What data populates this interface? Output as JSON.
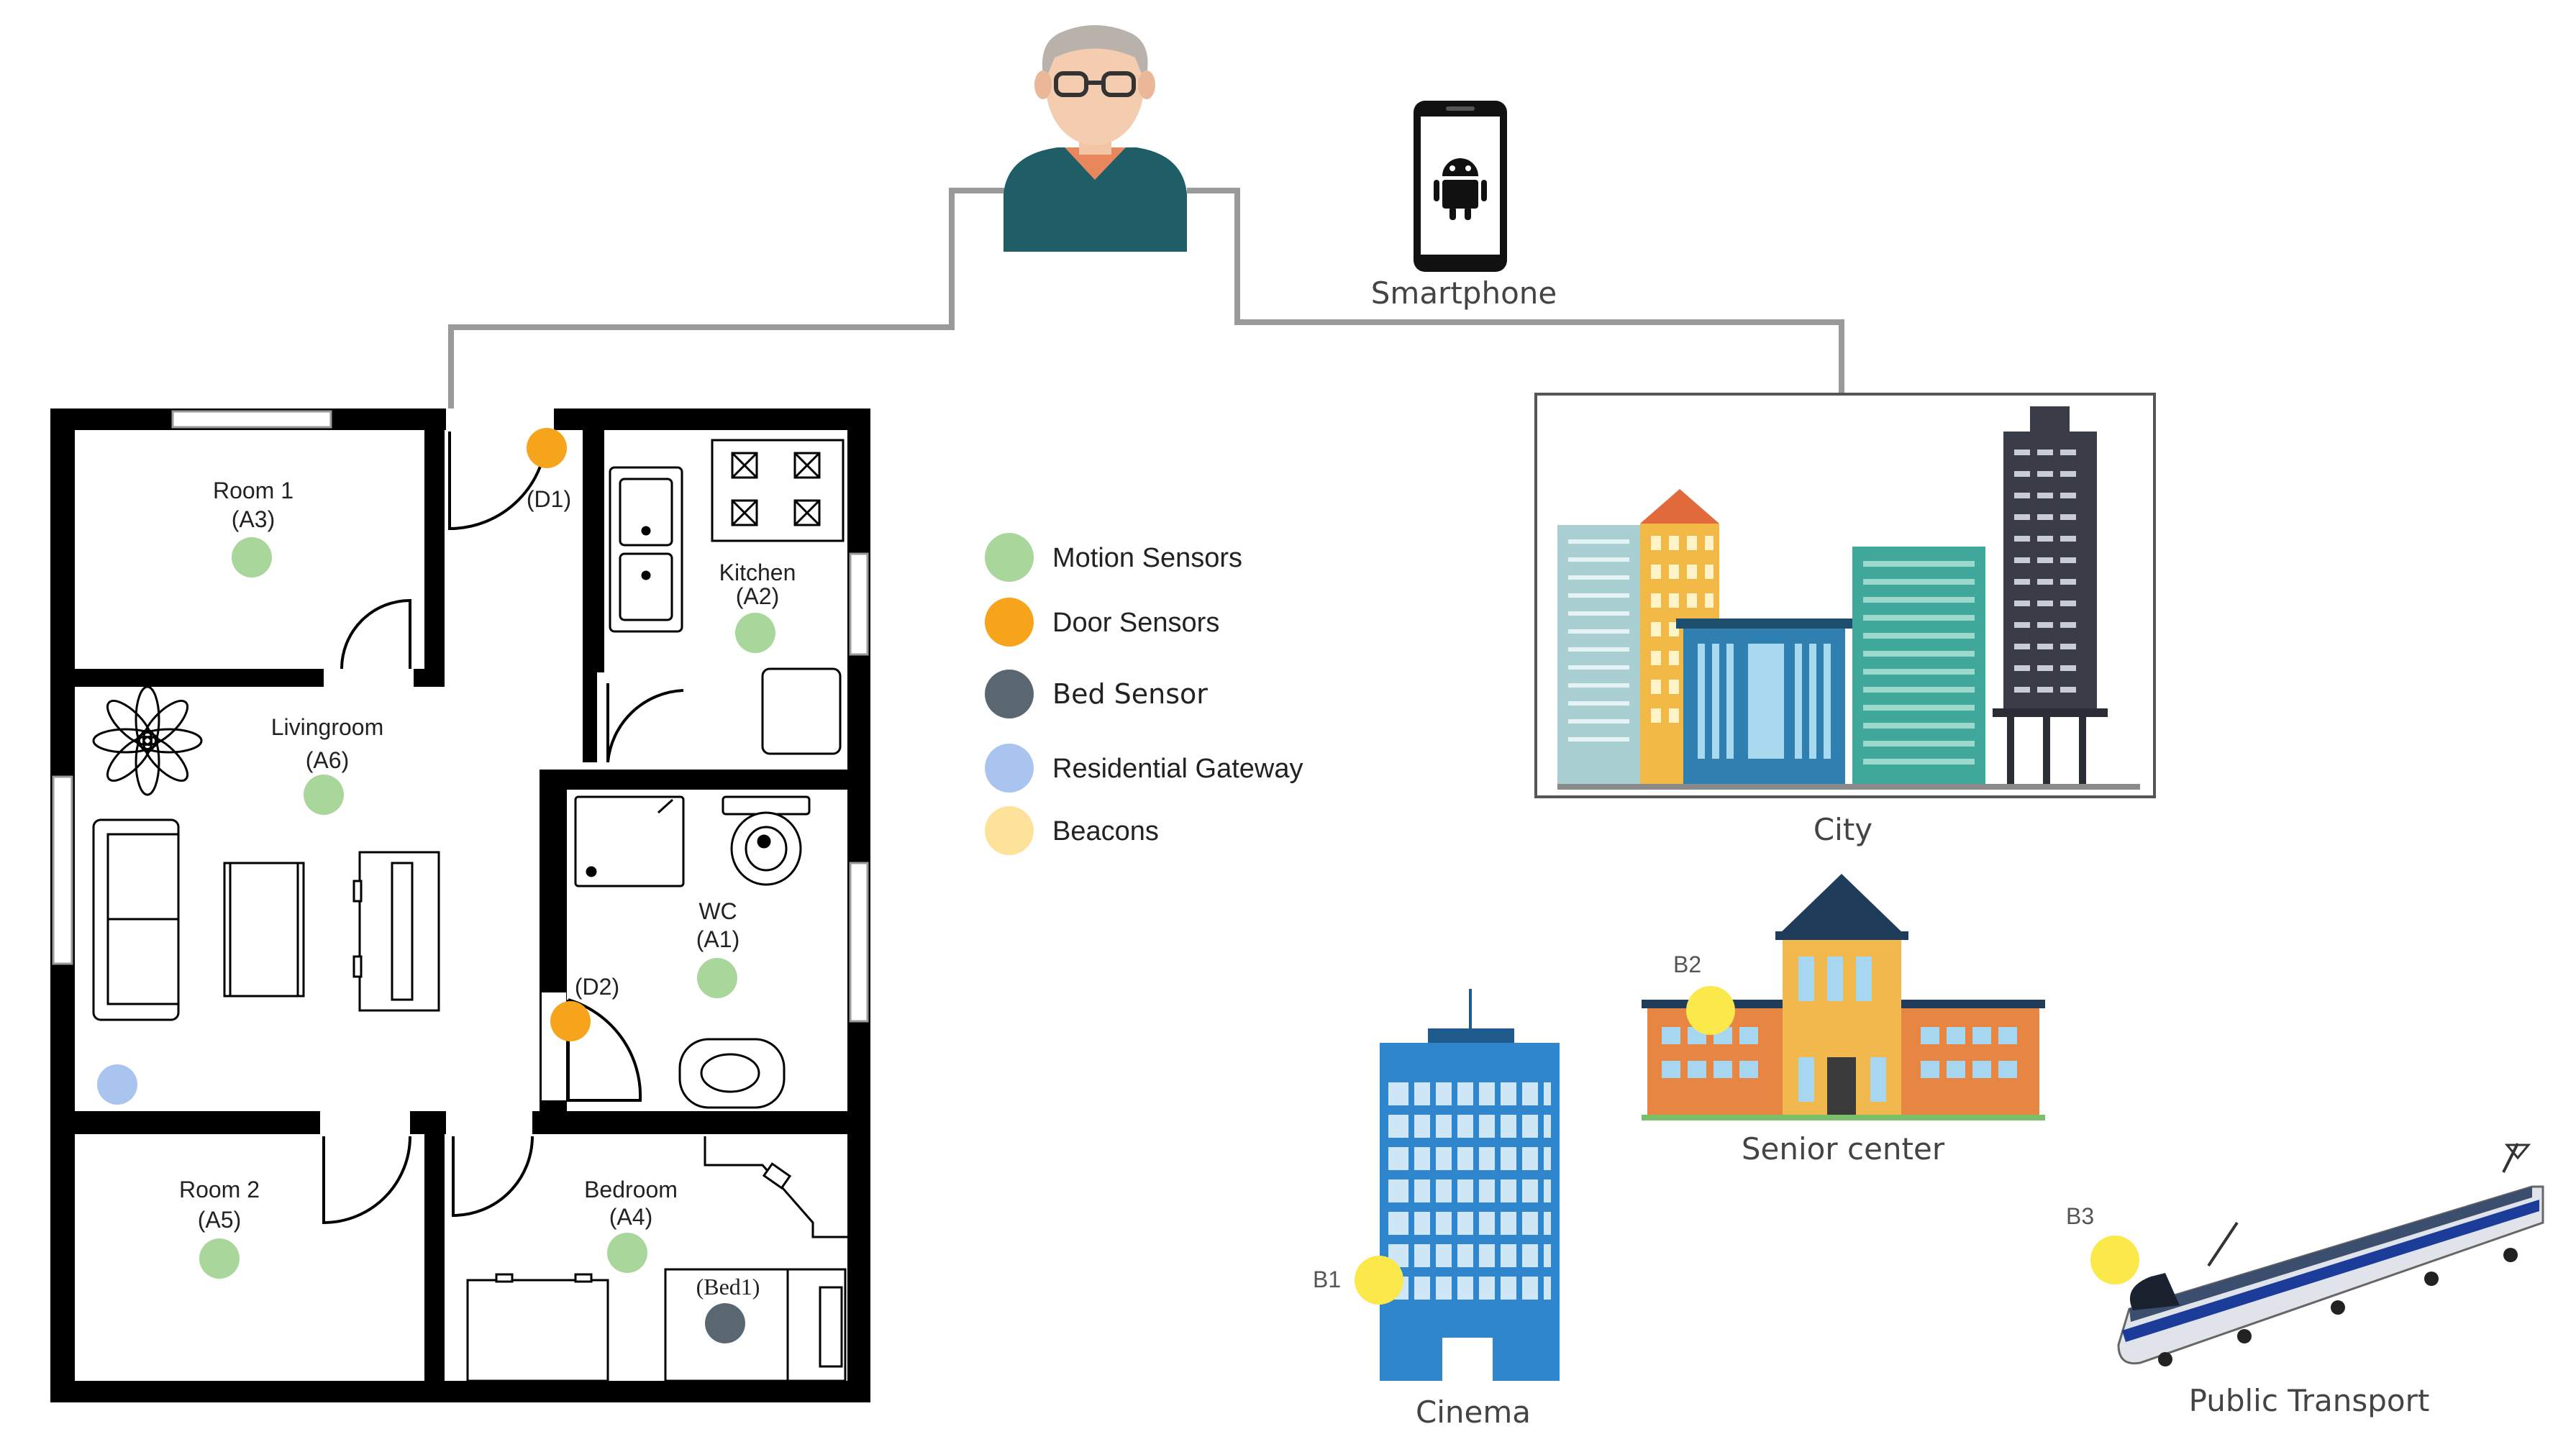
{
  "person": {
    "icon": "elderly-person-icon"
  },
  "smartphone": {
    "label": "Smartphone",
    "icon": "android-phone-icon"
  },
  "floorplan": {
    "rooms": [
      {
        "name": "Room 1",
        "code": "(A3)"
      },
      {
        "name": "Kitchen",
        "code": "(A2)"
      },
      {
        "name": "Livingroom",
        "code": "(A6)"
      },
      {
        "name": "WC",
        "code": "(A1)"
      },
      {
        "name": "Room 2",
        "code": "(A5)"
      },
      {
        "name": "Bedroom",
        "code": "(A4)"
      }
    ],
    "doors": [
      "(D1)",
      "(D2)"
    ],
    "bed": "(Bed1)"
  },
  "legend": [
    {
      "label": "Motion Sensors",
      "color": "#a9d69a"
    },
    {
      "label": "Door Sensors",
      "color": "#f6a41b"
    },
    {
      "label": "Bed Sensor",
      "color": "#5a6670"
    },
    {
      "label": "Residential Gateway",
      "color": "#a9c4ee"
    },
    {
      "label": "Beacons",
      "color": "#fde39a"
    }
  ],
  "places": {
    "city": "City",
    "senior_center": "Senior center",
    "cinema": "Cinema",
    "transport": "Public Transport"
  },
  "beacons": [
    "B1",
    "B2",
    "B3"
  ],
  "colors": {
    "motion": "#a9d69a",
    "door": "#f6a41b",
    "bed": "#5a6670",
    "gateway": "#a9c4ee",
    "beacon": "#fbe84a",
    "connector": "#9a9a9a",
    "wall": "#000000"
  }
}
